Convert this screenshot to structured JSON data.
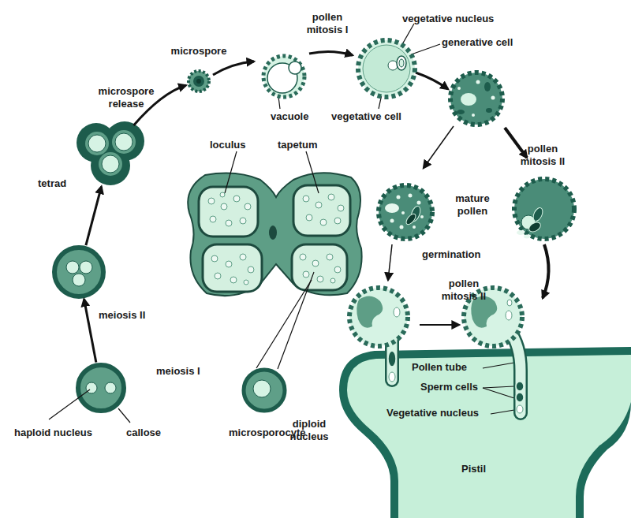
{
  "diagram": {
    "nodes": [
      {
        "text": [
          "meiosis I"
        ]
      },
      {
        "text": [
          "meiosis II"
        ]
      },
      {
        "text": [
          "tetrad"
        ]
      },
      {
        "text": [
          "microspore"
        ]
      },
      {
        "text": [
          "microsporocyte"
        ]
      },
      {
        "text": [
          "mature pollen"
        ]
      },
      {
        "text": [
          "Pistil"
        ]
      }
    ],
    "edges": [
      {
        "from": 0,
        "to": 1,
        "arrow": "to"
      },
      {
        "from": 1,
        "to": 2,
        "arrow": "to"
      },
      {
        "from": 2,
        "to": 3,
        "label": "microspore release",
        "arrow": "to"
      }
    ],
    "labels": [
      "vacuole",
      "pollen mitosis I",
      "vegetative nucleus",
      "generative cell",
      "vegetative cell",
      "pollen mitosis II",
      "loculus",
      "tapetum",
      "germination",
      "pollen mitosis II",
      "Pollen tube",
      "Sperm cells",
      "Vegetative nucleus",
      "haploid nucleus",
      "callose",
      "diploid nucleus"
    ]
  }
}
